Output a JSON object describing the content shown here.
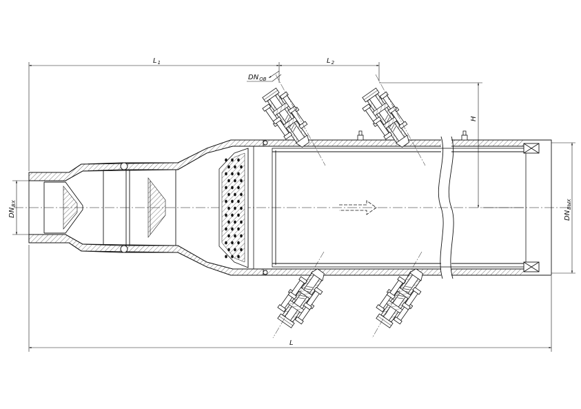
{
  "labels": {
    "L": "L",
    "L1": "L",
    "L1_sub": "1",
    "L2": "L",
    "L2_sub": "2",
    "H": "H",
    "DN_ob": "DN",
    "DN_ob_sub": "ОВ",
    "DN_in": "DN",
    "DN_in_sub": "ВХ",
    "DN_out": "DN",
    "DN_out_sub": "ВЫХ"
  },
  "colors": {
    "line": "#111111",
    "hatch": "#333333",
    "background": "#ffffff"
  }
}
